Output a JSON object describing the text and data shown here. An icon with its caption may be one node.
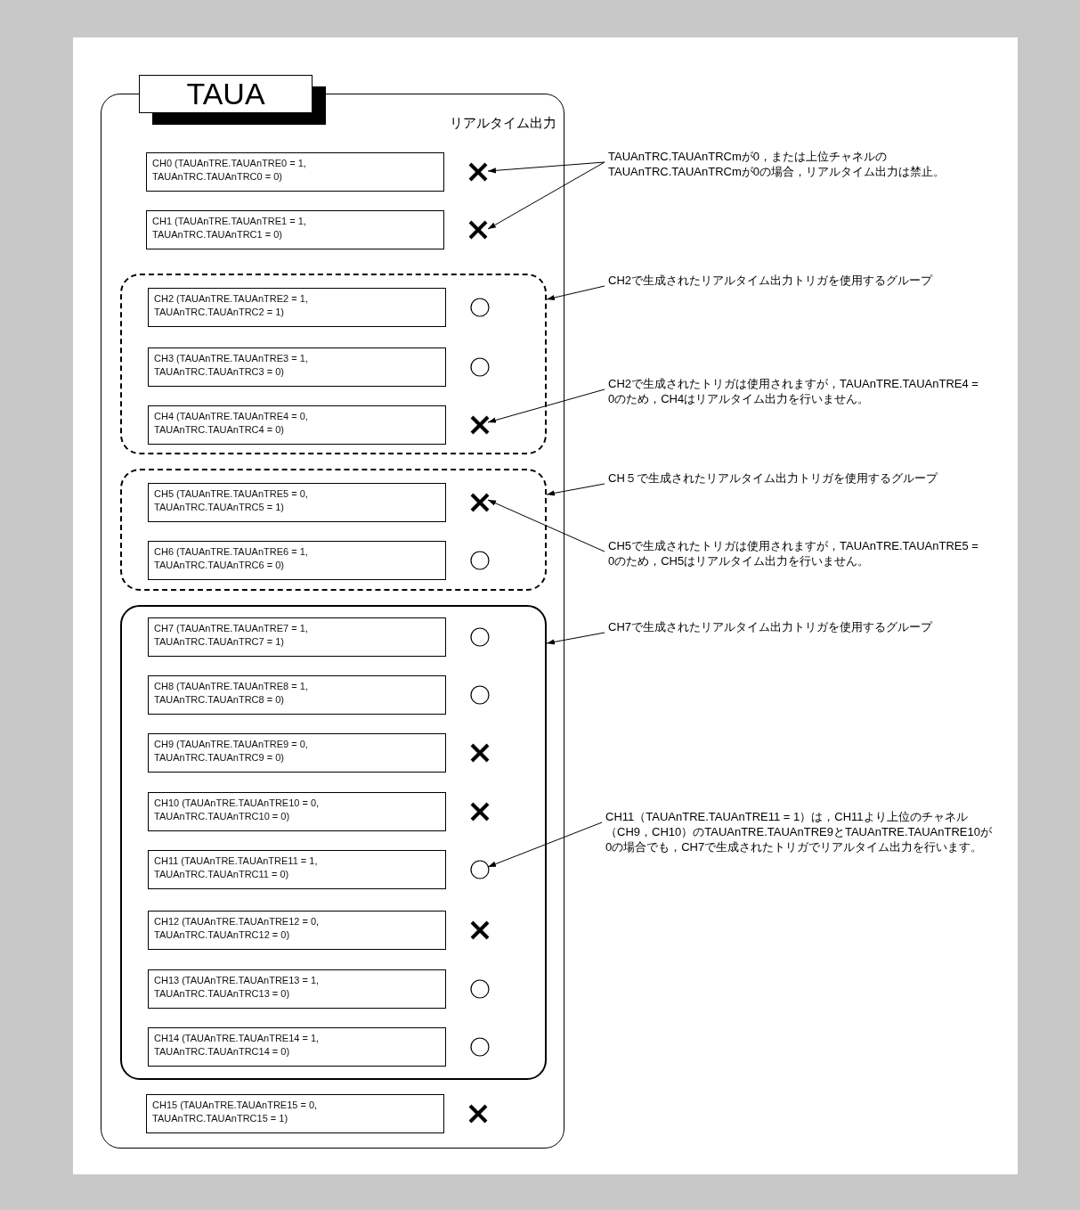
{
  "diagram": {
    "nodes": [
      {
        "text": [
          "TAUA",
          "リアルタイム出力"
        ]
      },
      {
        "text": [
          "CH0 (TAUAnTRE.TAUAnTRE0 = 1, TAUAnTRC.TAUAnTRC0 = 0)"
        ],
        "in": 0
      },
      {
        "text": [],
        "shape": "cross",
        "in": 0
      },
      {
        "text": [
          "CH1 (TAUAnTRE.TAUAnTRE1 = 1, TAUAnTRC.TAUAnTRC1 = 0)"
        ],
        "in": 0
      },
      {
        "text": [],
        "shape": "cross",
        "in": 0
      },
      {
        "text": [],
        "shape": "box",
        "in": 0
      },
      {
        "text": [
          "CH2 (TAUAnTRE.TAUAnTRE2 = 1, TAUAnTRC.TAUAnTRC2 = 1)"
        ],
        "in": 5
      },
      {
        "text": [],
        "shape": "circle",
        "in": 5
      },
      {
        "text": [
          "CH3 (TAUAnTRE.TAUAnTRE3 = 1, TAUAnTRC.TAUAnTRC3 = 0)"
        ],
        "in": 5
      },
      {
        "text": [],
        "shape": "circle",
        "in": 5
      },
      {
        "text": [
          "CH4 (TAUAnTRE.TAUAnTRE4 = 0, TAUAnTRC.TAUAnTRC4 = 0)"
        ],
        "in": 5
      },
      {
        "text": [],
        "shape": "cross",
        "in": 5
      },
      {
        "text": [],
        "shape": "box",
        "in": 0
      },
      {
        "text": [
          "CH5 (TAUAnTRE.TAUAnTRE5 = 0, TAUAnTRC.TAUAnTRC5 = 1)"
        ],
        "in": 12
      },
      {
        "text": [],
        "shape": "cross",
        "in": 12
      },
      {
        "text": [
          "CH6 (TAUAnTRE.TAUAnTRE6 = 1, TAUAnTRC.TAUAnTRC6 = 0)"
        ],
        "in": 12
      },
      {
        "text": [],
        "shape": "circle",
        "in": 12
      },
      {
        "text": [],
        "shape": "box",
        "in": 0
      },
      {
        "text": [
          "CH7 (TAUAnTRE.TAUAnTRE7 = 1, TAUAnTRC.TAUAnTRC7 = 1)"
        ],
        "in": 17
      },
      {
        "text": [],
        "shape": "circle",
        "in": 17
      },
      {
        "text": [
          "CH8 (TAUAnTRE.TAUAnTRE8 = 1, TAUAnTRC.TAUAnTRC8 = 0)"
        ],
        "in": 17
      },
      {
        "text": [],
        "shape": "circle",
        "in": 17
      },
      {
        "text": [
          "CH9 (TAUAnTRE.TAUAnTRE9 = 0, TAUAnTRC.TAUAnTRC9 = 0)"
        ],
        "in": 17
      },
      {
        "text": [],
        "shape": "cross",
        "in": 17
      },
      {
        "text": [
          "CH10 (TAUAnTRE.TAUAnTRE10 = 0, TAUAnTRC.TAUAnTRC10 = 0)"
        ],
        "in": 17
      },
      {
        "text": [],
        "shape": "cross",
        "in": 17
      },
      {
        "text": [
          "CH11 (TAUAnTRE.TAUAnTRE11 = 1, TAUAnTRC.TAUAnTRC11 = 0)"
        ],
        "in": 17
      },
      {
        "text": [],
        "shape": "circle",
        "in": 17
      },
      {
        "text": [
          "CH12 (TAUAnTRE.TAUAnTRE12 = 0, TAUAnTRC.TAUAnTRC12 = 0)"
        ],
        "in": 17
      },
      {
        "text": [],
        "shape": "cross",
        "in": 17
      },
      {
        "text": [
          "CH13 (TAUAnTRE.TAUAnTRE13 = 1, TAUAnTRC.TAUAnTRC13 = 0)"
        ],
        "in": 17
      },
      {
        "text": [],
        "shape": "circle",
        "in": 17
      },
      {
        "text": [
          "CH14 (TAUAnTRE.TAUAnTRE14 = 1, TAUAnTRC.TAUAnTRC14 = 0)"
        ],
        "in": 17
      },
      {
        "text": [],
        "shape": "circle",
        "in": 17
      },
      {
        "text": [
          "CH15 (TAUAnTRE.TAUAnTRE15 = 0, TAUAnTRC.TAUAnTRC15 = 1)"
        ],
        "in": 0
      },
      {
        "text": [],
        "shape": "cross",
        "in": 0
      },
      {
        "text": [
          "TAUAnTRC.TAUAnTRCmが0，または上位チャネルのTAUAnTRC.TAUAnTRCmが0の場合，リアルタイム出力は禁止。"
        ]
      },
      {
        "text": [
          "CH2で生成されたリアルタイム出力トリガを使用するグループ"
        ]
      },
      {
        "text": [
          "CH2で生成されたトリガは使用されますが，TAUAnTRE.TAUAnTRE4 = 0のため，CH4はリアルタイム出力を行いません。"
        ]
      },
      {
        "text": [
          "CH５で生成されたリアルタイム出力トリガを使用するグループ"
        ]
      },
      {
        "text": [
          "CH5で生成されたトリガは使用されますが，TAUAnTRE.TAUAnTRE5 = 0のため，CH5はリアルタイム出力を行いません。"
        ]
      },
      {
        "text": [
          "CH7で生成されたリアルタイム出力トリガを使用するグループ"
        ]
      },
      {
        "text": [
          "CH11（TAUAnTRE.TAUAnTRE11 = 1）は，CH11より上位のチャネル（CH9，CH10）のTAUAnTRE.TAUAnTRE9とTAUAnTRE.TAUAnTRE10が0の場合でも，CH7で生成されたトリガでリアルタイム出力を行います。"
        ]
      }
    ],
    "edges": [
      {
        "from": 36,
        "to": 2,
        "arrow": "to"
      },
      {
        "from": 36,
        "to": 4,
        "arrow": "to"
      },
      {
        "from": 37,
        "to": 5,
        "arrow": "to"
      },
      {
        "from": 38,
        "to": 11,
        "arrow": "to"
      },
      {
        "from": 39,
        "to": 12,
        "arrow": "to"
      },
      {
        "from": 40,
        "to": 14,
        "arrow": "to"
      },
      {
        "from": 41,
        "to": 17,
        "arrow": "to"
      },
      {
        "from": 42,
        "to": 27,
        "arrow": "to"
      }
    ]
  }
}
